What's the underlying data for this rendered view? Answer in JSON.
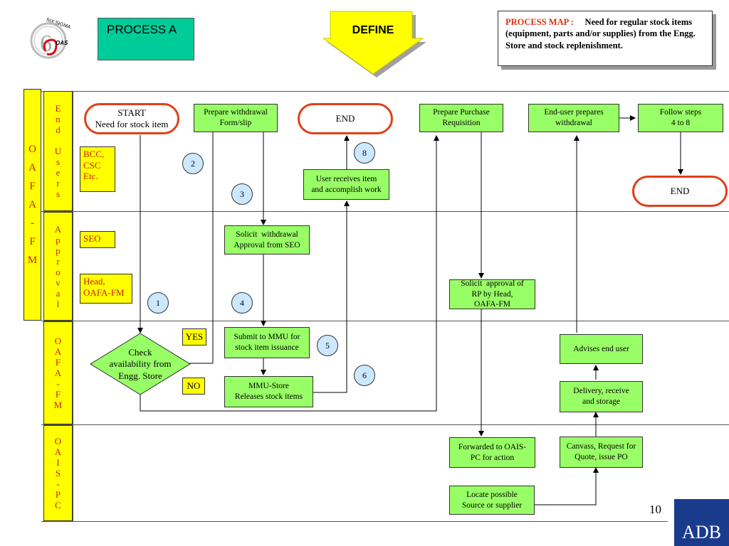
{
  "header": {
    "logo_text_top": "SIX SIGMA",
    "logo_text_bottom": "OAS",
    "process_label": "PROCESS A",
    "phase_label": "DEFINE",
    "process_map_label": "PROCESS MAP :",
    "process_map_text": "Need for regular stock items (equipment, parts and/or supplies) from the Engg. Store and stock replenishment."
  },
  "outer_label": "O\nA\nF\nA\n-\nF\nM",
  "lanes": [
    {
      "label": "E\nn\nd\n\nU\ns\ne\nr\ns"
    },
    {
      "label": "A\np\np\nr\no\nv\na\nl"
    },
    {
      "label": "O\nA\nF\nA\n-\nF\nM"
    },
    {
      "label": "O\nA\nI\nS\n-\nP\nC"
    }
  ],
  "roles": {
    "bcc": "BCC,\nCSC\nEtc.",
    "seo": "SEO",
    "head": "Head,\nOAFA-FM"
  },
  "nodes": {
    "start": "START\nNeed for stock item",
    "prepare_withdrawal": "Prepare withdrawal\nForm/slip",
    "end1": "END",
    "prepare_pr": "Prepare Purchase\nRequisition",
    "enduser_withdrawal": "End-user prepares\nwithdrawal",
    "follow_steps": "Follow steps\n4 to 8",
    "end2": "END",
    "user_receives": "User receives item\nand accomplish work",
    "solicit_seo": "Solicit  withdrawal\nApproval from SEO",
    "solicit_head": "Solicit  approval of\nRP by Head,\nOAFA-FM",
    "check": "Check\navailability from\nEngg. Store",
    "yes": "YES",
    "no": "NO",
    "submit_mmu": "Submit to MMU for\nstock item issuance",
    "mmu_release": "MMU-Store\nReleases stock items",
    "advises": "Advises end user",
    "delivery": "Delivery, receive\nand storage",
    "forwarded": "Forwarded to OAIS-\nPC for action",
    "canvass": "Canvass, Request for\nQuote, issue PO",
    "locate": "Locate possible\nSource or supplier"
  },
  "steps": [
    "1",
    "2",
    "3",
    "4",
    "5",
    "6",
    "8"
  ],
  "page_number": "10",
  "footer_logo": "ADB",
  "colors": {
    "process_box": "#00cc99",
    "define_arrow": "#ffff00",
    "step_box": "#99ff66",
    "lane_label": "#ffff00",
    "terminator_border": "#e0401a",
    "step_circle": "#cce8ff",
    "role_text": "#cc2200",
    "adb_logo": "#1a3a8c"
  }
}
